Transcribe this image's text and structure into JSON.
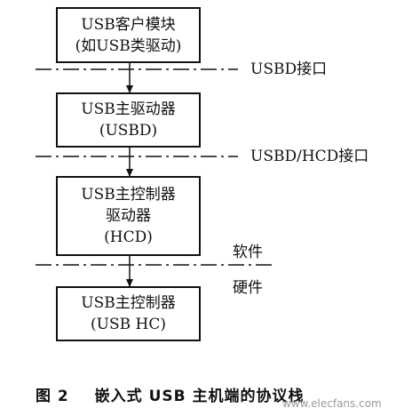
{
  "boxes": [
    {
      "line1": "USB客户模块",
      "line2": "(如USB类驱动)"
    },
    {
      "line1": "USB主驱动器",
      "line2": "(USBD)"
    },
    {
      "line1": "USB主控制器",
      "line2": "驱动器",
      "line3": "(HCD)"
    },
    {
      "line1": "USB主控制器",
      "line2": "(USB HC)"
    }
  ],
  "interfaces": {
    "usbd": "USBD接口",
    "usbd_hcd": "USBD/HCD接口",
    "software": "软件",
    "hardware": "硬件"
  },
  "caption": {
    "number": "图 2",
    "text": "嵌入式 USB 主机端的协议栈"
  },
  "watermark": "www.elecfans.com"
}
